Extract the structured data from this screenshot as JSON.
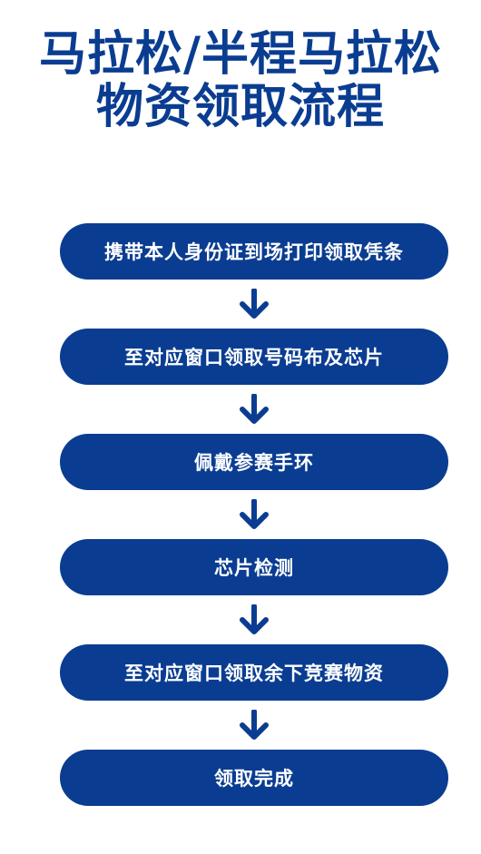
{
  "title": {
    "line1": "马拉松/半程马拉松",
    "line2": "物资领取流程"
  },
  "steps": [
    "携带本人身份证到场打印领取凭条",
    "至对应窗口领取号码布及芯片",
    "佩戴参赛手环",
    "芯片检测",
    "至对应窗口领取余下竞赛物资",
    "领取完成"
  ],
  "colors": {
    "primary": "#0a3d91",
    "background": "#ffffff",
    "step_text": "#ffffff"
  },
  "icons": {
    "connector": "arrow-down-icon"
  }
}
